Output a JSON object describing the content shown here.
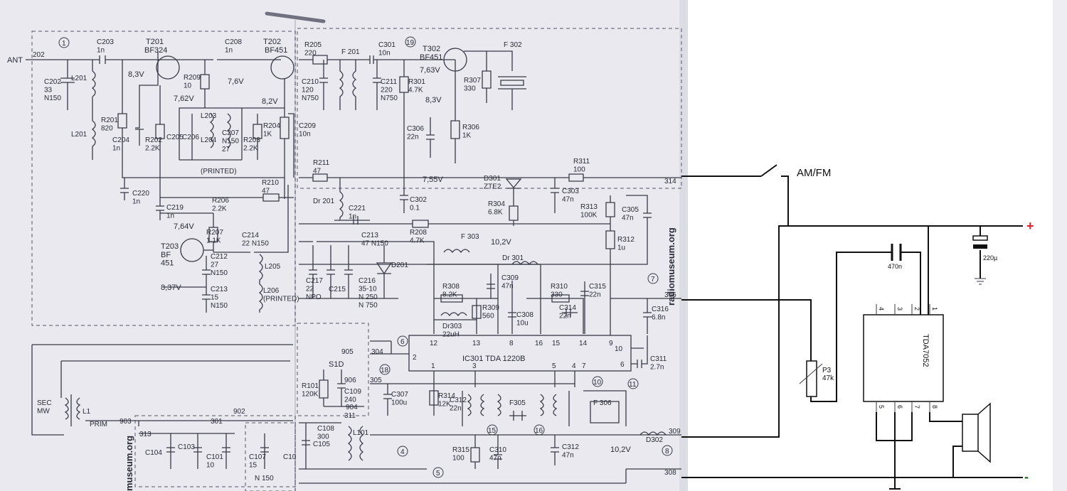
{
  "left_schematic": {
    "antenna": {
      "label": "ANT",
      "node": "202"
    },
    "transistors": [
      {
        "ref": "T201",
        "type": "BF324"
      },
      {
        "ref": "T202",
        "type": "BF451"
      },
      {
        "ref": "T203",
        "type": "BF\n451"
      },
      {
        "ref": "T302",
        "type": "BF451"
      }
    ],
    "components": {
      "c203": "C203\n1n",
      "c202": "C202\n33\nN150",
      "l201a": "L201",
      "l201b": "L201",
      "r201": "R201\n820",
      "r209": "R209\n10",
      "c208": "C208\n1n",
      "c204": "C204\n1n",
      "r202": "R202\n2.2K",
      "c205": "C205",
      "c206": "C206",
      "l204": "L204",
      "l203": "L203",
      "c207": "C207\nN150\n27",
      "r203": "R203\n2.2K",
      "r204": "R204\n1K",
      "c209": "C209\n10n",
      "printed1": "(PRINTED)",
      "c220": "C220\n1n",
      "c219": "C219\n1n",
      "r206": "R206\n2.2K",
      "r210": "R210\n47",
      "r207": "R207\n1.1K",
      "c214": "C214\n22  N150",
      "c212": "C212\n27\nN150",
      "c213": "C213\n15\nN150",
      "l205": "L205",
      "l206": "L206\n(PRINTED)",
      "r205": "R205\n220",
      "f201": "F 201",
      "c301": "C301\n10n",
      "c210": "C210\n120\nN750",
      "c211": "C211\n220\nN750",
      "r301": "R301\n4.7K",
      "r307": "R307\n330",
      "f302": "F 302",
      "c306": "C306\n22n",
      "r306": "R306\n1K",
      "r211": "R211\n47",
      "d301": "D301\nZTE2",
      "r311": "R311\n100",
      "dr201": "Dr 201",
      "c221": "C221\n1n",
      "c302": "C302\n0.1",
      "r304": "R304\n6.8K",
      "c303": "C303\n47n",
      "r313": "R313\n100K",
      "c305": "C305\n47n",
      "r312": "R312\n1u",
      "c213b": "C213\n47  N150",
      "r208": "R208\n4.7K",
      "f303": "F 303",
      "dr301": "Dr 301",
      "c217": "C217\n22\nNPO",
      "c215": "C215",
      "c216": "C216\n35-10\nN 250\nN 750",
      "d201": "D201",
      "c309": "C309\n47n",
      "r308": "R308\n8.2K",
      "r309": "R309\n560",
      "dr303": "Dr303\n22uH",
      "c308": "C308\n10u",
      "r310": "R310\n330",
      "c314": "C314\n22n",
      "c315": "C315\n22n",
      "c316": "C316\n6.8n",
      "ic301": "IC301   TDA 1220B",
      "c311": "C311\n2.7n",
      "s1d": "S1D",
      "r101": "R101\n120K",
      "c109": "C109\n240",
      "c307": "C307\n100u",
      "r314": "R314\n12K",
      "c312b": "C312\n22n",
      "f305": "F305",
      "f306": "F 306",
      "c104": "C104",
      "c103": "C103",
      "c101": "C101\n10",
      "c107": "C107\n15",
      "c108": "C108\n300",
      "c105": "C105",
      "l101": "L101",
      "r315": "R315\n100",
      "c310": "C310\n47n",
      "c312": "C312\n47n",
      "d302": "D302",
      "l1": "L1",
      "sec": "SEC\nMW",
      "prim": "PRIM",
      "n150": "N 150",
      "c10x": "C10"
    },
    "voltages": [
      "8,3V",
      "7,6V",
      "7,62V",
      "8,2V",
      "7,64V",
      "8,37V",
      "7,63V",
      "8,3V",
      "7,55V",
      "10,2V",
      "10,2V"
    ],
    "nodes": [
      "314",
      "306",
      "309",
      "308",
      "905",
      "304",
      "906",
      "305",
      "904",
      "311",
      "903",
      "313",
      "301",
      "902"
    ],
    "circled_numbers": [
      "1",
      "19",
      "6",
      "18",
      "7",
      "10",
      "11",
      "15",
      "16",
      "4",
      "5",
      "8"
    ],
    "ic_pins": [
      "12",
      "13",
      "8",
      "16",
      "15",
      "14",
      "9",
      "10",
      "6",
      "2",
      "1",
      "3",
      "5",
      "4",
      "7"
    ],
    "watermark": "radiomuseum.org",
    "watermark2": "museum.org"
  },
  "right_schematic": {
    "switch_label": "AM/FM",
    "supply": "+",
    "ground": "-",
    "amp": {
      "name": "TDA7052",
      "pins_top": [
        "4",
        "3",
        "2",
        "1"
      ],
      "pins_bottom": [
        "5",
        "6",
        "7",
        "8"
      ]
    },
    "pot": "P3\n47k",
    "capacitor": "470n",
    "electrolytic": "220µ"
  },
  "colors": {
    "ink": "#3a3a48",
    "paper": "#e9e9ef",
    "red": "#e0202a",
    "new_wiring": "#111111"
  }
}
